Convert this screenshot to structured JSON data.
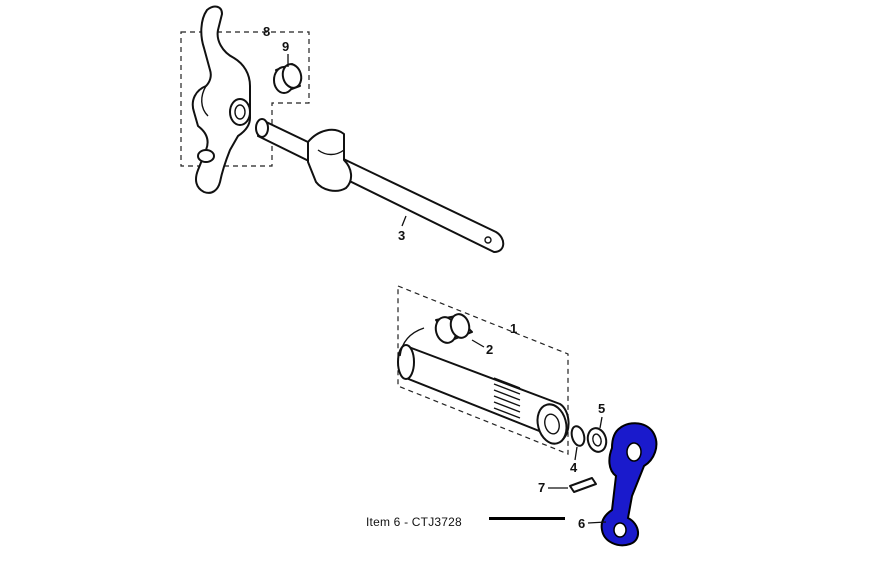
{
  "callouts": {
    "c1": "1",
    "c2": "2",
    "c3": "3",
    "c4": "4",
    "c5": "5",
    "c6": "6",
    "c7": "7",
    "c8": "8",
    "c9": "9"
  },
  "caption": "Item 6 - CTJ3728",
  "colors": {
    "highlight_part": "#1a1acc",
    "line": "#111111",
    "background": "#ffffff"
  }
}
